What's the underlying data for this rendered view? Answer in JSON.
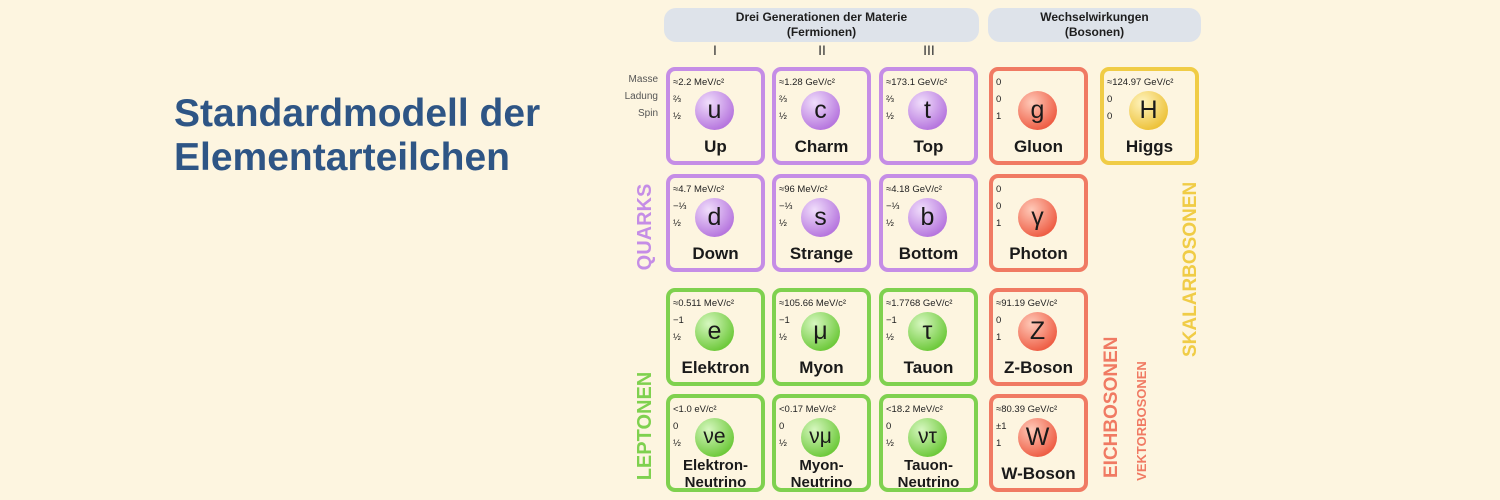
{
  "title_line1": "Standardmodell der",
  "title_line2": "Elementarteilchen",
  "header_fermions_line1": "Drei Generationen der Materie",
  "header_fermions_line2": "(Fermionen)",
  "header_bosons_line1": "Wechselwirkungen",
  "header_bosons_line2": "(Bosonen)",
  "generations": [
    "I",
    "II",
    "III"
  ],
  "row_labels": [
    "Masse",
    "Ladung",
    "Spin"
  ],
  "group_labels": {
    "quarks": "QUARKS",
    "leptons": "LEPTONEN",
    "gauge": "EICHBOSONEN",
    "vector": "VEKTORBOSONEN",
    "scalar": "SKALARBOSONEN"
  },
  "colors": {
    "quark": "#c58de6",
    "lepton": "#7fd14f",
    "gauge": "#f07a63",
    "scalar": "#f0cc46",
    "title": "#2e5585"
  },
  "particles": [
    {
      "mass": "≈2.2 MeV/c²",
      "charge": "⅔",
      "spin": "½",
      "symbol": "u",
      "name": "Up"
    },
    {
      "mass": "≈1.28 GeV/c²",
      "charge": "⅔",
      "spin": "½",
      "symbol": "c",
      "name": "Charm"
    },
    {
      "mass": "≈173.1 GeV/c²",
      "charge": "⅔",
      "spin": "½",
      "symbol": "t",
      "name": "Top"
    },
    {
      "mass": "0",
      "charge": "0",
      "spin": "1",
      "symbol": "g",
      "name": "Gluon"
    },
    {
      "mass": "≈124.97 GeV/c²",
      "charge": "0",
      "spin": "0",
      "symbol": "H",
      "name": "Higgs"
    },
    {
      "mass": "≈4.7 MeV/c²",
      "charge": "−⅓",
      "spin": "½",
      "symbol": "d",
      "name": "Down"
    },
    {
      "mass": "≈96 MeV/c²",
      "charge": "−⅓",
      "spin": "½",
      "symbol": "s",
      "name": "Strange"
    },
    {
      "mass": "≈4.18 GeV/c²",
      "charge": "−⅓",
      "spin": "½",
      "symbol": "b",
      "name": "Bottom"
    },
    {
      "mass": "0",
      "charge": "0",
      "spin": "1",
      "symbol": "γ",
      "name": "Photon"
    },
    {
      "mass": "≈0.511 MeV/c²",
      "charge": "−1",
      "spin": "½",
      "symbol": "e",
      "name": "Elektron"
    },
    {
      "mass": "≈105.66 MeV/c²",
      "charge": "−1",
      "spin": "½",
      "symbol": "μ",
      "name": "Myon"
    },
    {
      "mass": "≈1.7768 GeV/c²",
      "charge": "−1",
      "spin": "½",
      "symbol": "τ",
      "name": "Tauon"
    },
    {
      "mass": "≈91.19 GeV/c²",
      "charge": "0",
      "spin": "1",
      "symbol": "Z",
      "name": "Z-Boson"
    },
    {
      "mass": "<1.0 eV/c²",
      "charge": "0",
      "spin": "½",
      "symbol": "νe",
      "name1": "Elektron-",
      "name2": "Neutrino"
    },
    {
      "mass": "<0.17 MeV/c²",
      "charge": "0",
      "spin": "½",
      "symbol": "νμ",
      "name1": "Myon-",
      "name2": "Neutrino"
    },
    {
      "mass": "<18.2 MeV/c²",
      "charge": "0",
      "spin": "½",
      "symbol": "ντ",
      "name1": "Tauon-",
      "name2": "Neutrino"
    },
    {
      "mass": "≈80.39 GeV/c²",
      "charge": "±1",
      "spin": "1",
      "symbol": "W",
      "name": "W-Boson"
    }
  ]
}
